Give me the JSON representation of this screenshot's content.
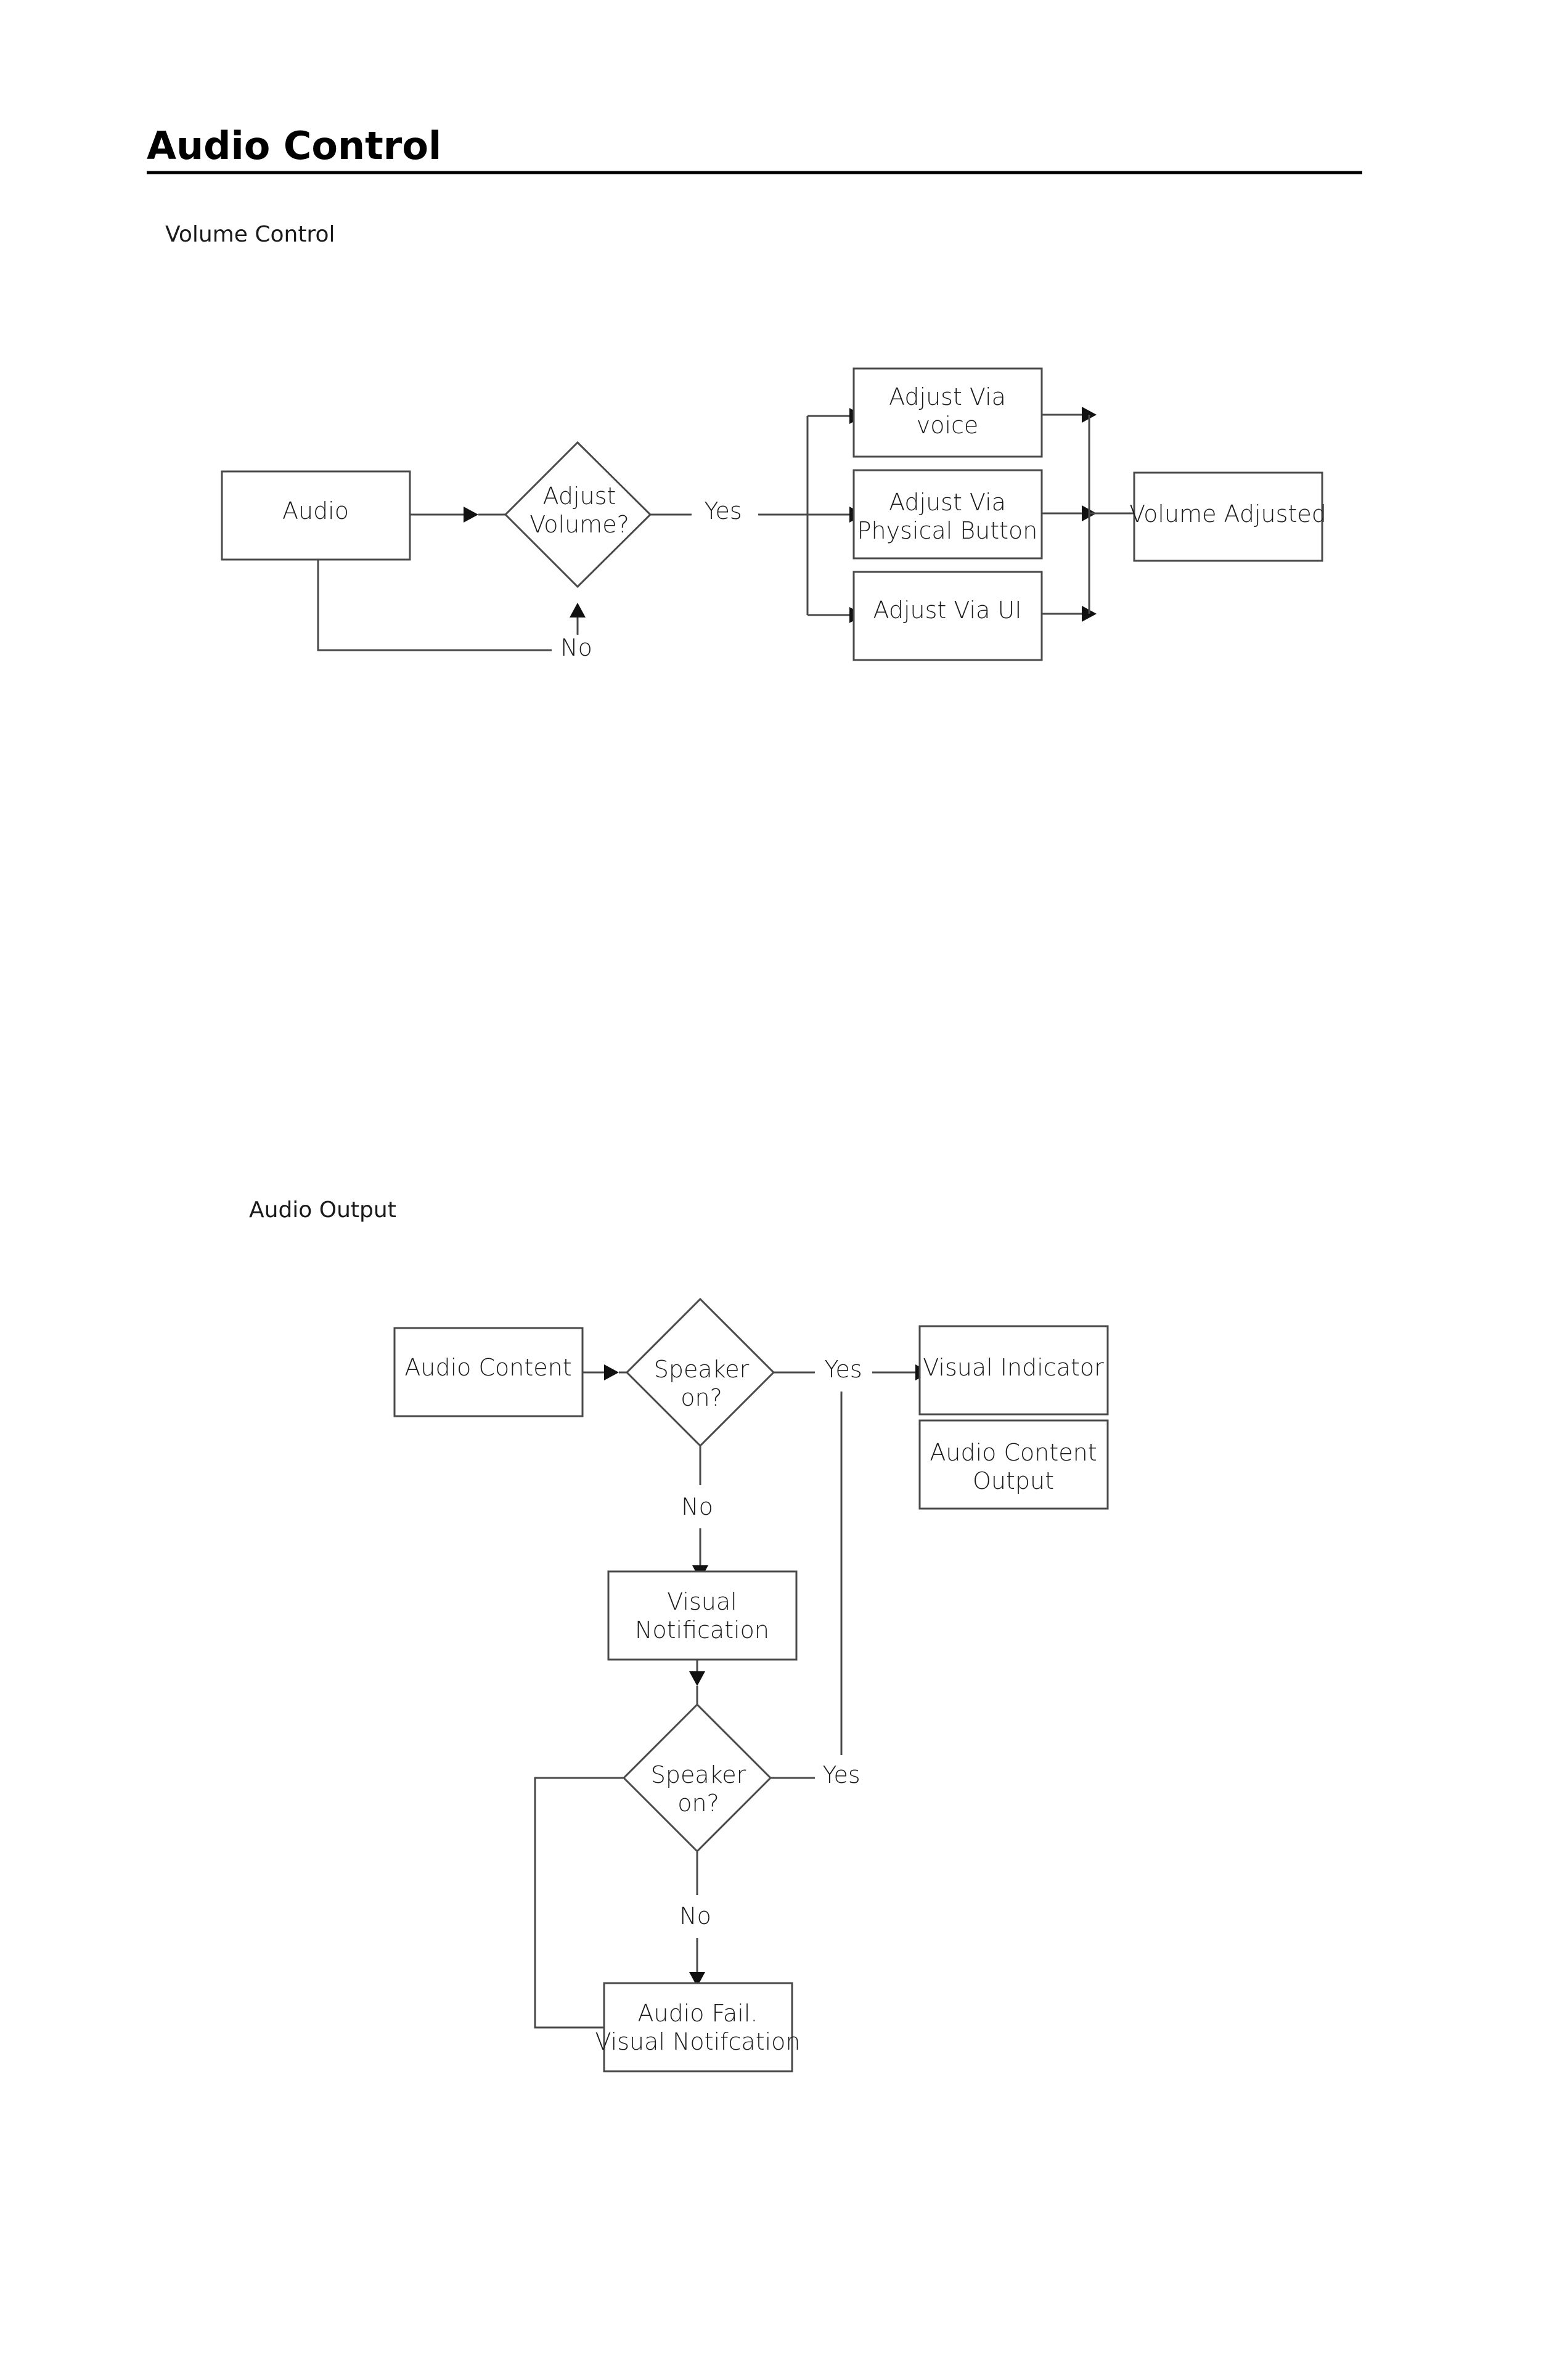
{
  "page": {
    "title": "Audio Control"
  },
  "volume_control": {
    "section_label": "Volume Control",
    "nodes": {
      "audio": [
        "Audio"
      ],
      "adjust_volume": [
        "Adjust",
        "Volume?"
      ],
      "via_voice": [
        "Adjust Via",
        "voice"
      ],
      "via_button": [
        "Adjust Via",
        "Physical Button"
      ],
      "via_ui": [
        "Adjust Via UI"
      ],
      "volume_adjusted": [
        "Volume Adjusted"
      ]
    },
    "edge_labels": {
      "yes": "Yes",
      "no": "No"
    }
  },
  "audio_output": {
    "section_label": "Audio Output",
    "nodes": {
      "audio_content": [
        "Audio Content"
      ],
      "speaker_on_1": [
        "Speaker",
        "on?"
      ],
      "visual_indicator": [
        "Visual Indicator"
      ],
      "audio_content_output": [
        "Audio Content",
        "Output"
      ],
      "visual_notification": [
        "Visual",
        "Notification"
      ],
      "speaker_on_2": [
        "Speaker",
        "on?"
      ],
      "audio_fail": [
        "Audio Fail.",
        "Visual Notifcation"
      ]
    },
    "edge_labels": {
      "yes_1": "Yes",
      "no_1": "No",
      "yes_2": "Yes",
      "no_2": "No"
    }
  }
}
